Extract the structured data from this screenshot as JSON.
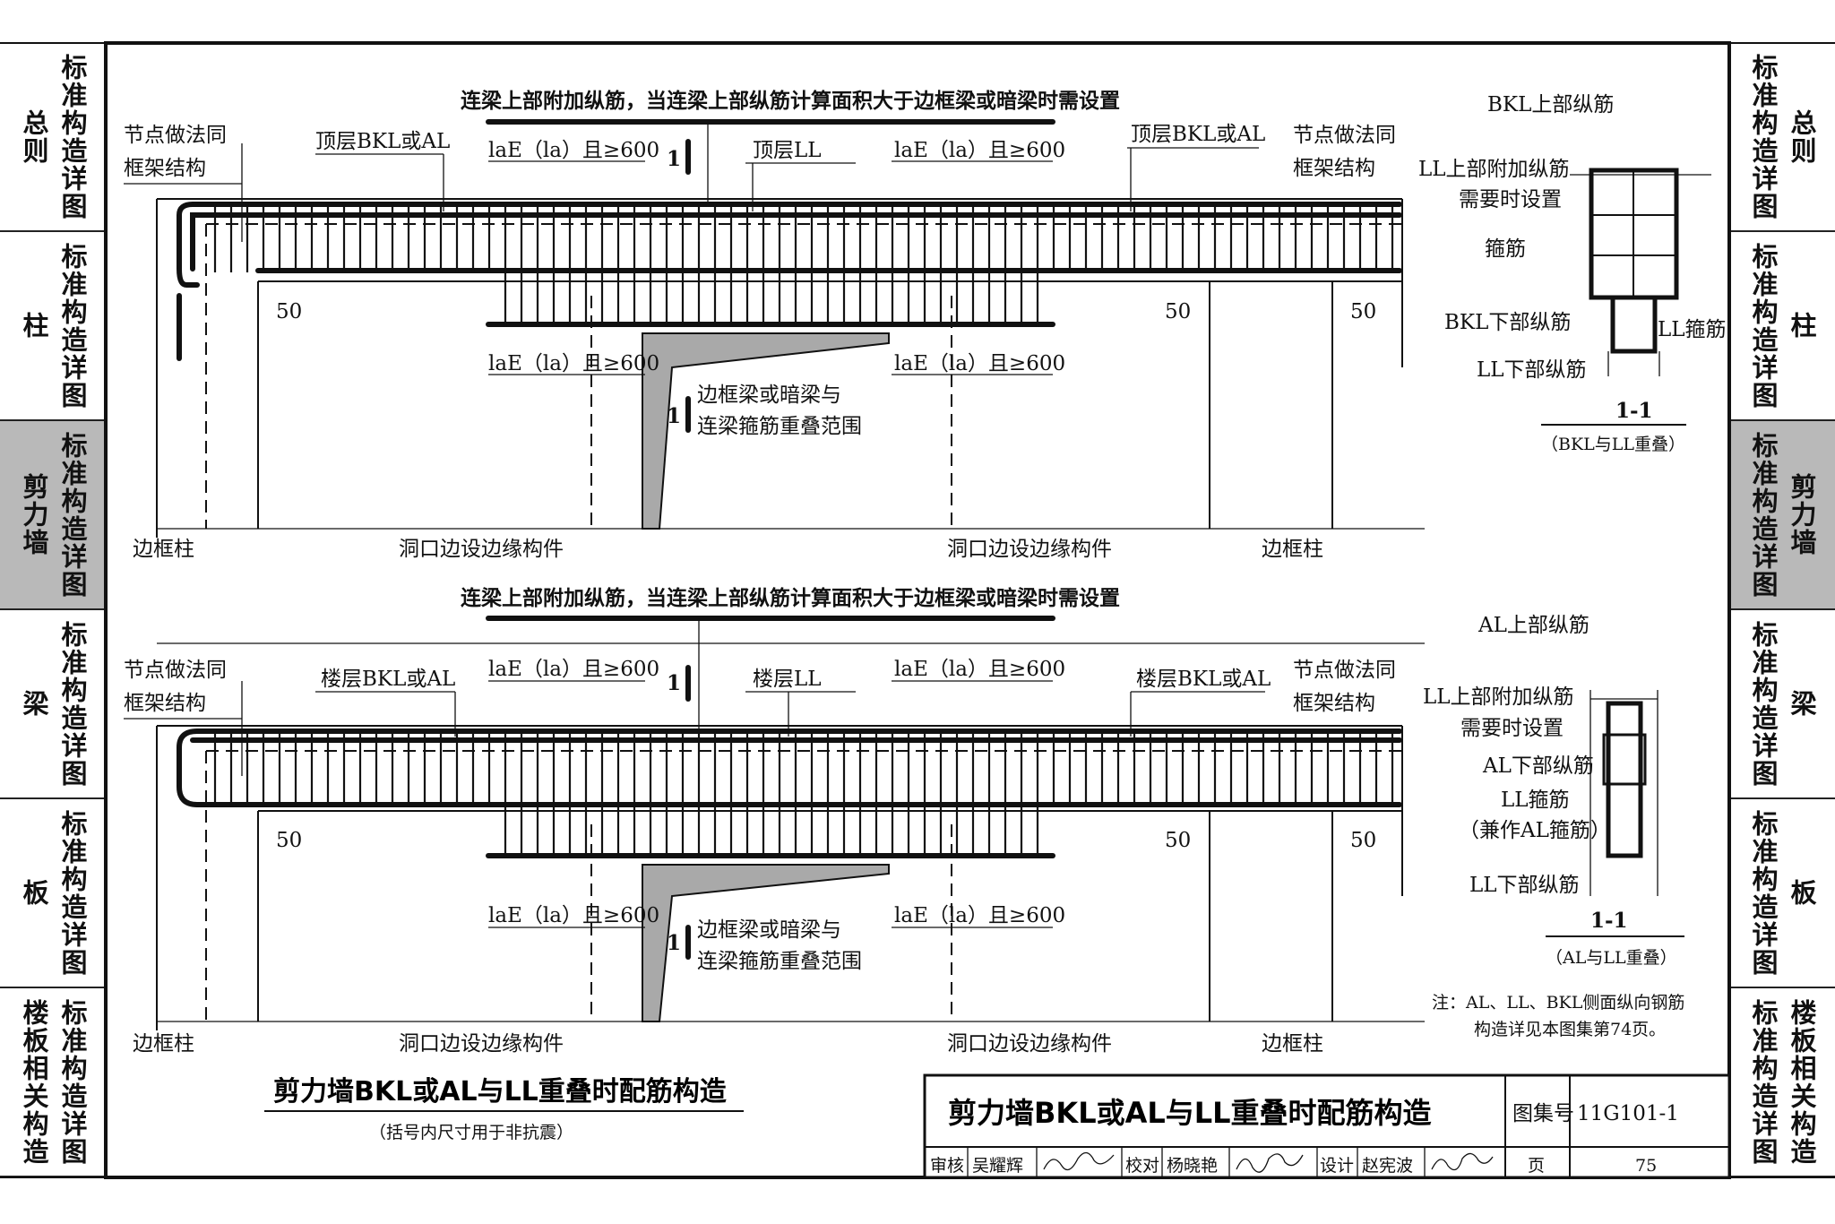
{
  "left_tabs": [
    {
      "top": "总则",
      "bottom": "标准构造详图"
    },
    {
      "top": "柱",
      "bottom": "标准构造详图"
    },
    {
      "top": "剪力墙",
      "bottom": "标准构造详图"
    },
    {
      "top": "梁",
      "bottom": "标准构造详图"
    },
    {
      "top": "板",
      "bottom": "标准构造详图"
    },
    {
      "top": "楼板相关构造",
      "bottom": "标准构造详图"
    }
  ],
  "right_tabs": [
    {
      "top": "总则",
      "bottom": "标准构造详图"
    },
    {
      "top": "柱",
      "bottom": "标准构造详图"
    },
    {
      "top": "剪力墙",
      "bottom": "标准构造详图"
    },
    {
      "top": "梁",
      "bottom": "标准构造详图"
    },
    {
      "top": "板",
      "bottom": "标准构造详图"
    },
    {
      "top": "楼板相关构造",
      "bottom": "标准构造详图"
    }
  ],
  "active_tab_index": 2,
  "top_detail": {
    "header_note": "连梁上部附加纵筋，当连梁上部纵筋计算面积大于边框梁或暗梁时需设置",
    "node_left_1": "节点做法同",
    "node_left_2": "框架结构",
    "node_right_1": "节点做法同",
    "node_right_2": "框架结构",
    "beam_left": "顶层BKL或AL",
    "beam_mid": "顶层LL",
    "beam_right": "顶层BKL或AL",
    "anchor": "laE（la）且≥600",
    "section_mark": "1",
    "dim_50": "50",
    "overlap_1": "边框梁或暗梁与",
    "overlap_2": "连梁箍筋重叠范围",
    "col_left": "边框柱",
    "col_right": "边框柱",
    "edge_left": "洞口边设边缘构件",
    "edge_right": "洞口边设边缘构件"
  },
  "top_section": {
    "l1": "BKL上部纵筋",
    "l2": "LL上部附加纵筋",
    "l3": "需要时设置",
    "l4": "箍筋",
    "l5": "BKL下部纵筋",
    "l6": "LL箍筋",
    "l7": "LL下部纵筋",
    "title": "1-1",
    "subtitle": "（BKL与LL重叠）"
  },
  "bottom_detail": {
    "header_note": "连梁上部附加纵筋，当连梁上部纵筋计算面积大于边框梁或暗梁时需设置",
    "node_left_1": "节点做法同",
    "node_left_2": "框架结构",
    "node_right_1": "节点做法同",
    "node_right_2": "框架结构",
    "beam_left": "楼层BKL或AL",
    "beam_mid": "楼层LL",
    "beam_right": "楼层BKL或AL",
    "anchor": "laE（la）且≥600",
    "section_mark": "1",
    "dim_50": "50",
    "overlap_1": "边框梁或暗梁与",
    "overlap_2": "连梁箍筋重叠范围",
    "col_left": "边框柱",
    "col_right": "边框柱",
    "edge_left": "洞口边设边缘构件",
    "edge_right": "洞口边设边缘构件"
  },
  "bottom_section": {
    "l1": "AL上部纵筋",
    "l2": "LL上部附加纵筋",
    "l3": "需要时设置",
    "l4": "AL下部纵筋",
    "l5": "LL箍筋",
    "l6": "（兼作AL箍筋）",
    "l7": "LL下部纵筋",
    "title": "1-1",
    "subtitle": "（AL与LL重叠）"
  },
  "note_1": "注：AL、LL、BKL侧面纵向钢筋",
  "note_2": "构造详见本图集第74页。",
  "drawing_title": "剪力墙BKL或AL与LL重叠时配筋构造",
  "drawing_subtitle": "（括号内尺寸用于非抗震）",
  "title_block": {
    "title": "剪力墙BKL或AL与LL重叠时配筋构造",
    "atlas_label": "图集号",
    "atlas_no": "11G101-1",
    "review_label": "审核",
    "reviewer": "吴耀辉",
    "check_label": "校对",
    "checker": "杨晓艳",
    "design_label": "设计",
    "designer": "赵宪波",
    "page_label": "页",
    "page_no": "75"
  }
}
